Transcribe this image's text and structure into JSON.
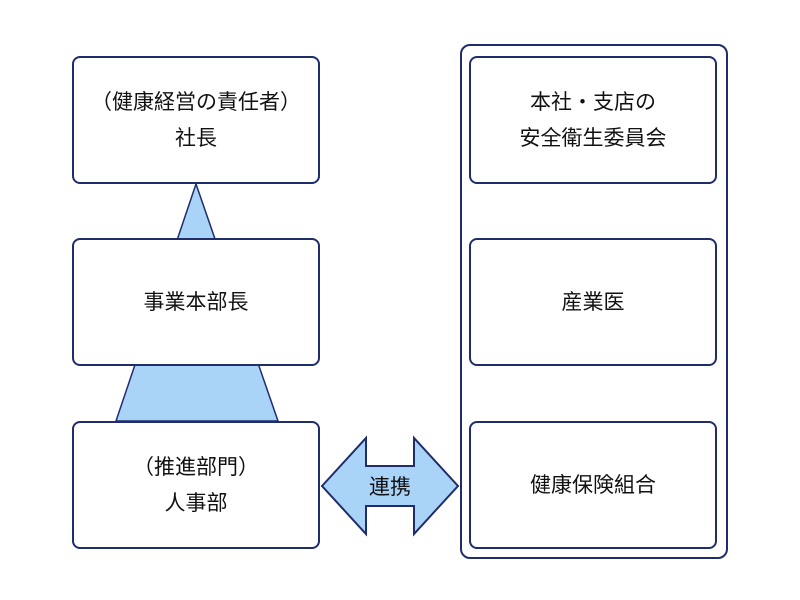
{
  "left": {
    "top": {
      "line1": "（健康経営の責任者）",
      "line2": "社長"
    },
    "middle": {
      "label": "事業本部長"
    },
    "bottom": {
      "line1": "（推進部門）",
      "line2": "人事部"
    }
  },
  "arrow": {
    "label": "連携"
  },
  "right": {
    "top": {
      "line1": "本社・支店の",
      "line2": "安全衛生委員会"
    },
    "middle": {
      "label": "産業医"
    },
    "bottom": {
      "label": "健康保険組合"
    }
  },
  "colors": {
    "border": "#1f2d6b",
    "fill": "#a9d3f7"
  }
}
